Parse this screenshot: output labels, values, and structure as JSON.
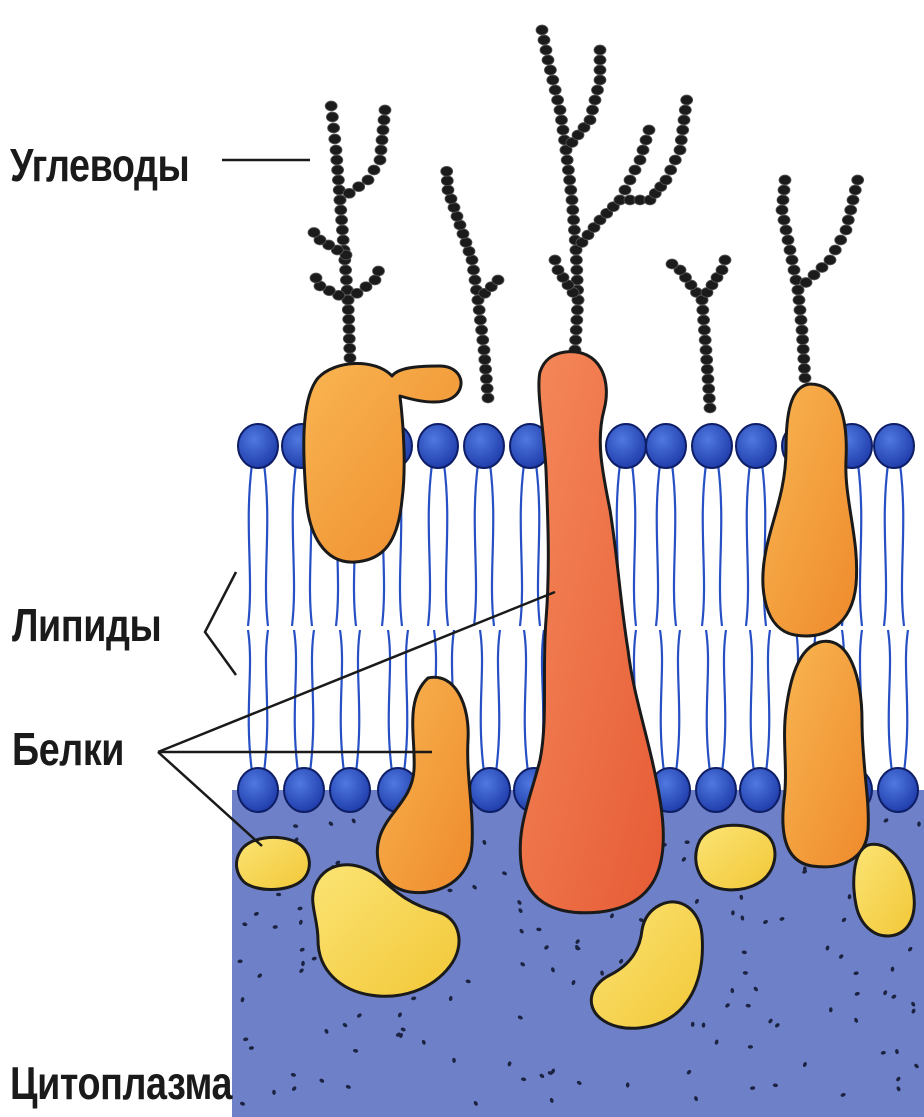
{
  "labels": {
    "carbohydrates": "Углеводы",
    "lipids": "Липиды",
    "proteins": "Белки",
    "cytoplasm": "Цитоплазма"
  },
  "colors": {
    "cytoplasm": "#6f80c8",
    "lipid_head": "#2446b8",
    "lipid_tail": "#2650c4",
    "protein_orange": "#f4a23c",
    "protein_red": "#ef6f45",
    "protein_yellow": "#f7d64a",
    "carbohydrate": "#1a1a1a"
  }
}
